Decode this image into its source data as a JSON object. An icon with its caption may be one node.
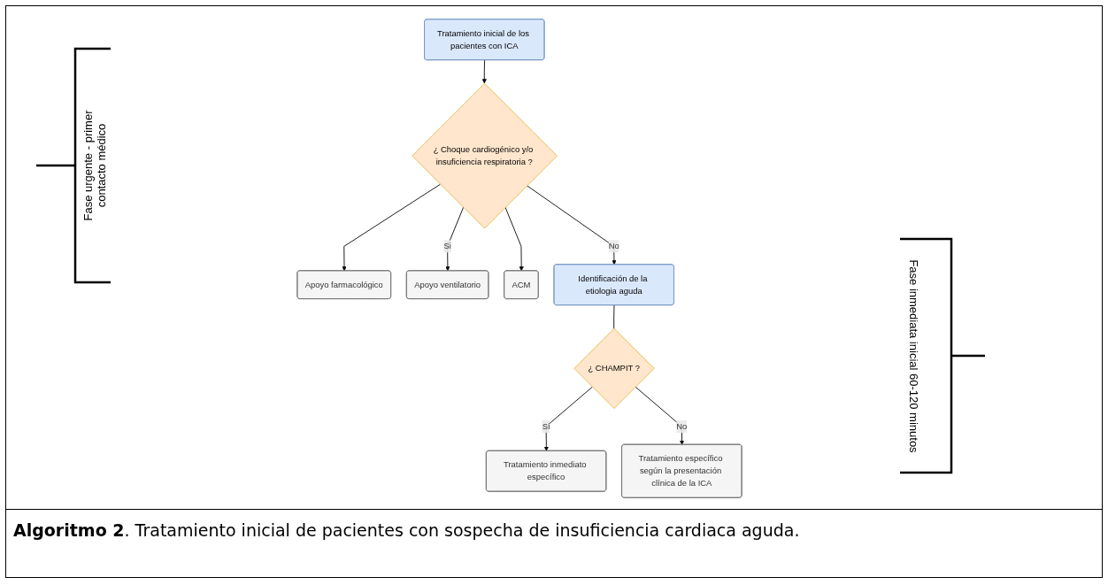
{
  "diagram": {
    "caption": "**Algoritmo 2**. Tratamiento inicial de pacientes con sospecha de insuficiencia cardiaca aguda.",
    "nodes": [
      {
        "text": [
          "Tratamiento inicial de los pacientes con ICA"
        ]
      },
      {
        "text": [
          "¿ Choque cardiogénico y/o insuficiencia respiratoria ?"
        ]
      },
      {
        "text": [
          "Apoyo farmacológico"
        ]
      },
      {
        "text": [
          "Apoyo ventilatorio"
        ]
      },
      {
        "text": [
          "ACM"
        ]
      },
      {
        "text": [
          "Identificación de la etiologia aguda"
        ]
      },
      {
        "text": [
          "¿ CHAMPIT ?"
        ]
      },
      {
        "text": [
          "Tratamiento inmediato específico"
        ]
      },
      {
        "text": [
          "Tratamiento específico según la presentación clínica de la ICA"
        ]
      }
    ],
    "edges": [
      {
        "from": 0,
        "to": 1,
        "arrow": "to"
      },
      {
        "from": 1,
        "to": 2,
        "arrow": "to"
      },
      {
        "from": 1,
        "to": 3,
        "arrow": "to",
        "label": "Si"
      },
      {
        "from": 1,
        "to": 4,
        "arrow": "to"
      },
      {
        "from": 1,
        "to": 5,
        "arrow": "to",
        "label": "No"
      },
      {
        "from": 5,
        "to": 6,
        "arrow": "none"
      },
      {
        "from": 6,
        "to": 7,
        "arrow": "to",
        "label": "Sí"
      },
      {
        "from": 6,
        "to": 8,
        "arrow": "to",
        "label": "No"
      }
    ],
    "labels": [
      "Fase urgente - primer contacto médico",
      "Fase inmediata inicial 60-120 minutos"
    ]
  }
}
